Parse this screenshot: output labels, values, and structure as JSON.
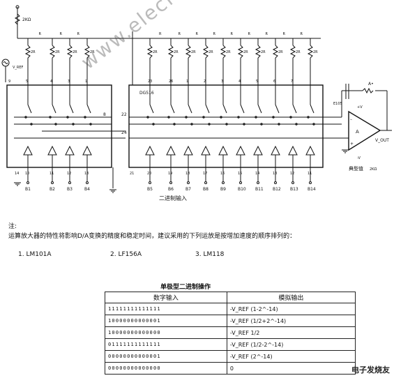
{
  "schematic": {
    "ic_label": "DG516",
    "resistor_r": "R",
    "resistor_2r": "2R",
    "top_resistor": "2KΩ",
    "vref_label": "V_REF",
    "output_label": "V_OUT",
    "feedback_label": "A•",
    "supply_pos": "+V",
    "supply_neg": "-V",
    "amp_label": "A",
    "amp_note": "E105",
    "typical_label": "典型值",
    "typical_value": "2KΩ",
    "binary_input_label": "二进制输入",
    "left_pins_top": [
      "9",
      "5",
      "4",
      "3",
      "1"
    ],
    "left_pins_mid": [
      "8",
      "22",
      "24"
    ],
    "left_pins_bottom": [
      "14",
      "10",
      "11",
      "12",
      "13"
    ],
    "left_bits": [
      "B1",
      "B2",
      "B3",
      "B4"
    ],
    "right_pins_top": [
      "23",
      "26",
      "1",
      "2",
      "3",
      "4",
      "5",
      "6",
      "7"
    ],
    "right_pins_mid": [
      "22",
      "24"
    ],
    "right_pins_bottom": [
      "21",
      "20",
      "19",
      "18",
      "17",
      "16",
      "15",
      "14",
      "13",
      "12",
      "11"
    ],
    "right_bits": [
      "B5",
      "B6",
      "B7",
      "B8",
      "B9",
      "B10",
      "B11",
      "B12",
      "B13",
      "B14"
    ]
  },
  "note": {
    "heading": "注:",
    "text": "运算放大器的特性将影响D/A变换的精度和稳定时间，建议采用的下列运放是按增加速度的顺序排列的：",
    "amps": [
      "1. LM101A",
      "2. LF156A",
      "3. LM118"
    ]
  },
  "table": {
    "title": "单极型二进制操作",
    "headers": [
      "数字输入",
      "模拟输出"
    ],
    "rows": [
      {
        "input": "11111111111111",
        "output": "-V_REF (1-2^-14)"
      },
      {
        "input": "10000000000001",
        "output": "-V_REF (1/2+2^-14)"
      },
      {
        "input": "10000000000000",
        "output": "-V_REF 1/2"
      },
      {
        "input": "01111111111111",
        "output": "-V_REF (1/2-2^-14)"
      },
      {
        "input": "00000000000001",
        "output": "-V_REF (2^-14)"
      },
      {
        "input": "00000000000000",
        "output": "0"
      }
    ]
  },
  "watermark": "www.elecfans.com",
  "logo": "电子发烧友"
}
